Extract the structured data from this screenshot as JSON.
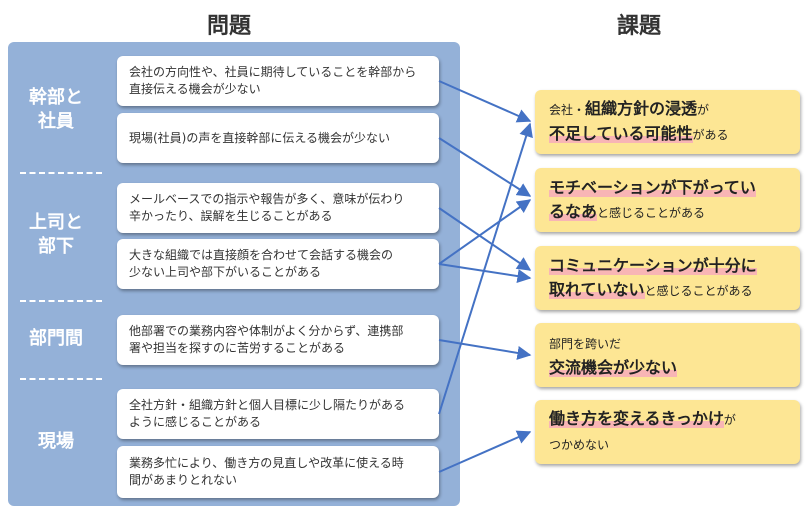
{
  "headings": {
    "problems": "問題",
    "issues": "課題"
  },
  "groups": [
    {
      "line1": "幹部と",
      "line2": "社員"
    },
    {
      "line1": "上司と",
      "line2": "部下"
    },
    {
      "line1": "部門間",
      "line2": ""
    },
    {
      "line1": "現場",
      "line2": ""
    }
  ],
  "problems": [
    {
      "line1": "会社の方向性や、社員に期待していることを幹部から",
      "line2": "直接伝える機会が少ない"
    },
    {
      "line1": "現場(社員)の声を直接幹部に伝える機会が少ない",
      "line2": ""
    },
    {
      "line1": "メールベースでの指示や報告が多く、意味が伝わり",
      "line2": "辛かったり、誤解を生じることがある"
    },
    {
      "line1": "大きな組織では直接顔を合わせて会話する機会の",
      "line2": "少ない上司や部下がいることがある"
    },
    {
      "line1": "他部署での業務内容や体制がよく分からず、連携部",
      "line2": "署や担当を探すのに苦労することがある"
    },
    {
      "line1": "全社方針・組織方針と個人目標に少し隔たりがある",
      "line2": "ように感じることがある"
    },
    {
      "line1": "業務多忙により、働き方の見直しや改革に使える時",
      "line2": "間があまりとれない"
    }
  ],
  "issues": [
    {
      "a": "会社・",
      "b": "組織方針の浸透",
      "c": "が",
      "d": "不足している可能性",
      "e": "がある"
    },
    {
      "a": "",
      "b": "モチベーションが下がってい",
      "c": "",
      "d": "るなあ",
      "e": "と感じることがある"
    },
    {
      "a": "",
      "b": "コミュニケーションが十分に",
      "c": "",
      "d": "取れていない",
      "e": "と感じることがある"
    },
    {
      "a": "部門を跨いだ",
      "b": "",
      "c": "",
      "d": "交流機会が少ない",
      "e": ""
    },
    {
      "a": "",
      "b": "働き方を変えるきっかけ",
      "c": "が",
      "d": "",
      "e": "つかめない"
    }
  ],
  "colors": {
    "panel": "#94b1d8",
    "issue_box": "#fde694",
    "arrow": "#4472c4",
    "highlight": "#f8b5b5"
  }
}
